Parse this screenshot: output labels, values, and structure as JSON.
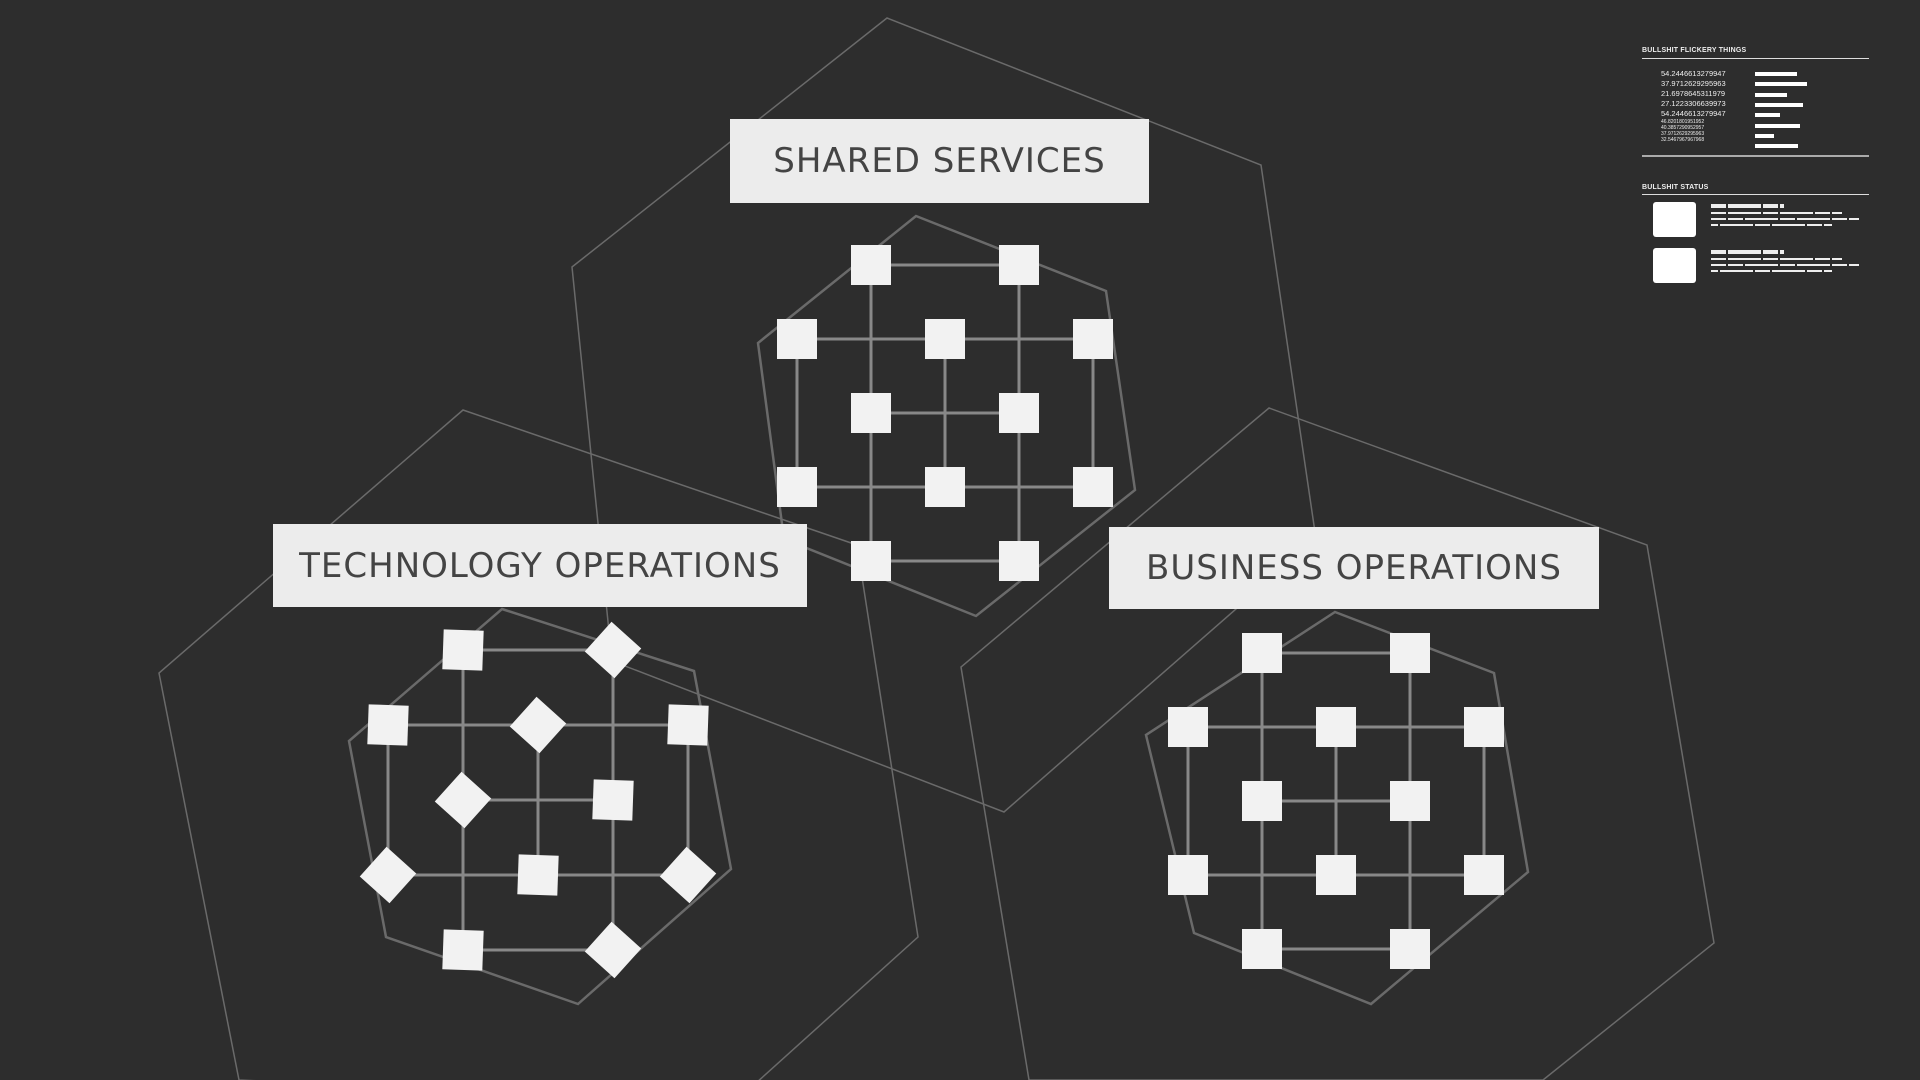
{
  "groups": {
    "shared": "SHARED SERVICES",
    "technology": "TECHNOLOGY OPERATIONS",
    "business": "BUSINESS OPERATIONS"
  },
  "panel": {
    "flicker_title": "BULLSHIT FLICKERY THINGS",
    "numbers": [
      "54.2446613279947",
      "37.9712629295963",
      "21.6978645311979",
      "27.1223306639973",
      "54.2446613279947"
    ],
    "small_numbers": [
      "46.8201801951952",
      "40.3857290952957",
      "37.9712629295963",
      "32.5467967967968"
    ],
    "bar_fractions": [
      0.81,
      1.0,
      0.62,
      0.92,
      0.48,
      0.87,
      0.37,
      0.83
    ],
    "status_title": "BULLSHIT STATUS"
  },
  "colors": {
    "background": "#2d2d2d",
    "label_bg": "#ececec",
    "label_text": "#444444",
    "outline": "#6a6a6a",
    "node": "#f2f2f2"
  }
}
